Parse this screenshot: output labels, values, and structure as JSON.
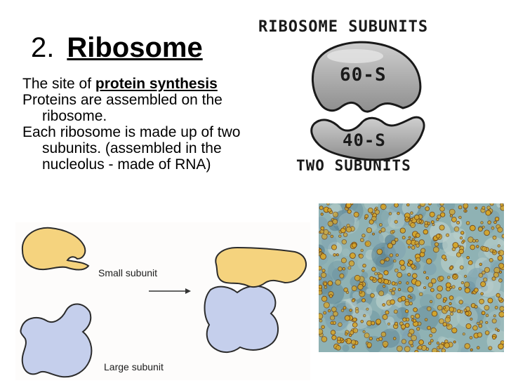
{
  "slide": {
    "title_number": "2.",
    "title_word": "Ribosome",
    "bullets": [
      {
        "before": "The site of ",
        "bold": "protein synthesis",
        "after": ""
      },
      {
        "before": "Proteins are assembled on the ribosome.",
        "bold": "",
        "after": ""
      },
      {
        "before": "Each ribosome is made up of two subunits. (assembled in the nucleolus - made of RNA)",
        "bold": "",
        "after": ""
      }
    ]
  },
  "diagram_subunits": {
    "heading": "RIBOSOME SUBUNITS",
    "large_label": "60-S",
    "small_label": "40-S",
    "footer": "TWO SUBUNITS"
  },
  "diagram_assembly": {
    "small_label": "Small subunit",
    "large_label": "Large subunit"
  },
  "colors": {
    "subunit_gray": "#b3b3b3",
    "small_yellow": "#f5d37e",
    "large_blue": "#c5cfec",
    "micro_bg": "#8fb2b4",
    "micro_dot": "#d4a52a"
  }
}
